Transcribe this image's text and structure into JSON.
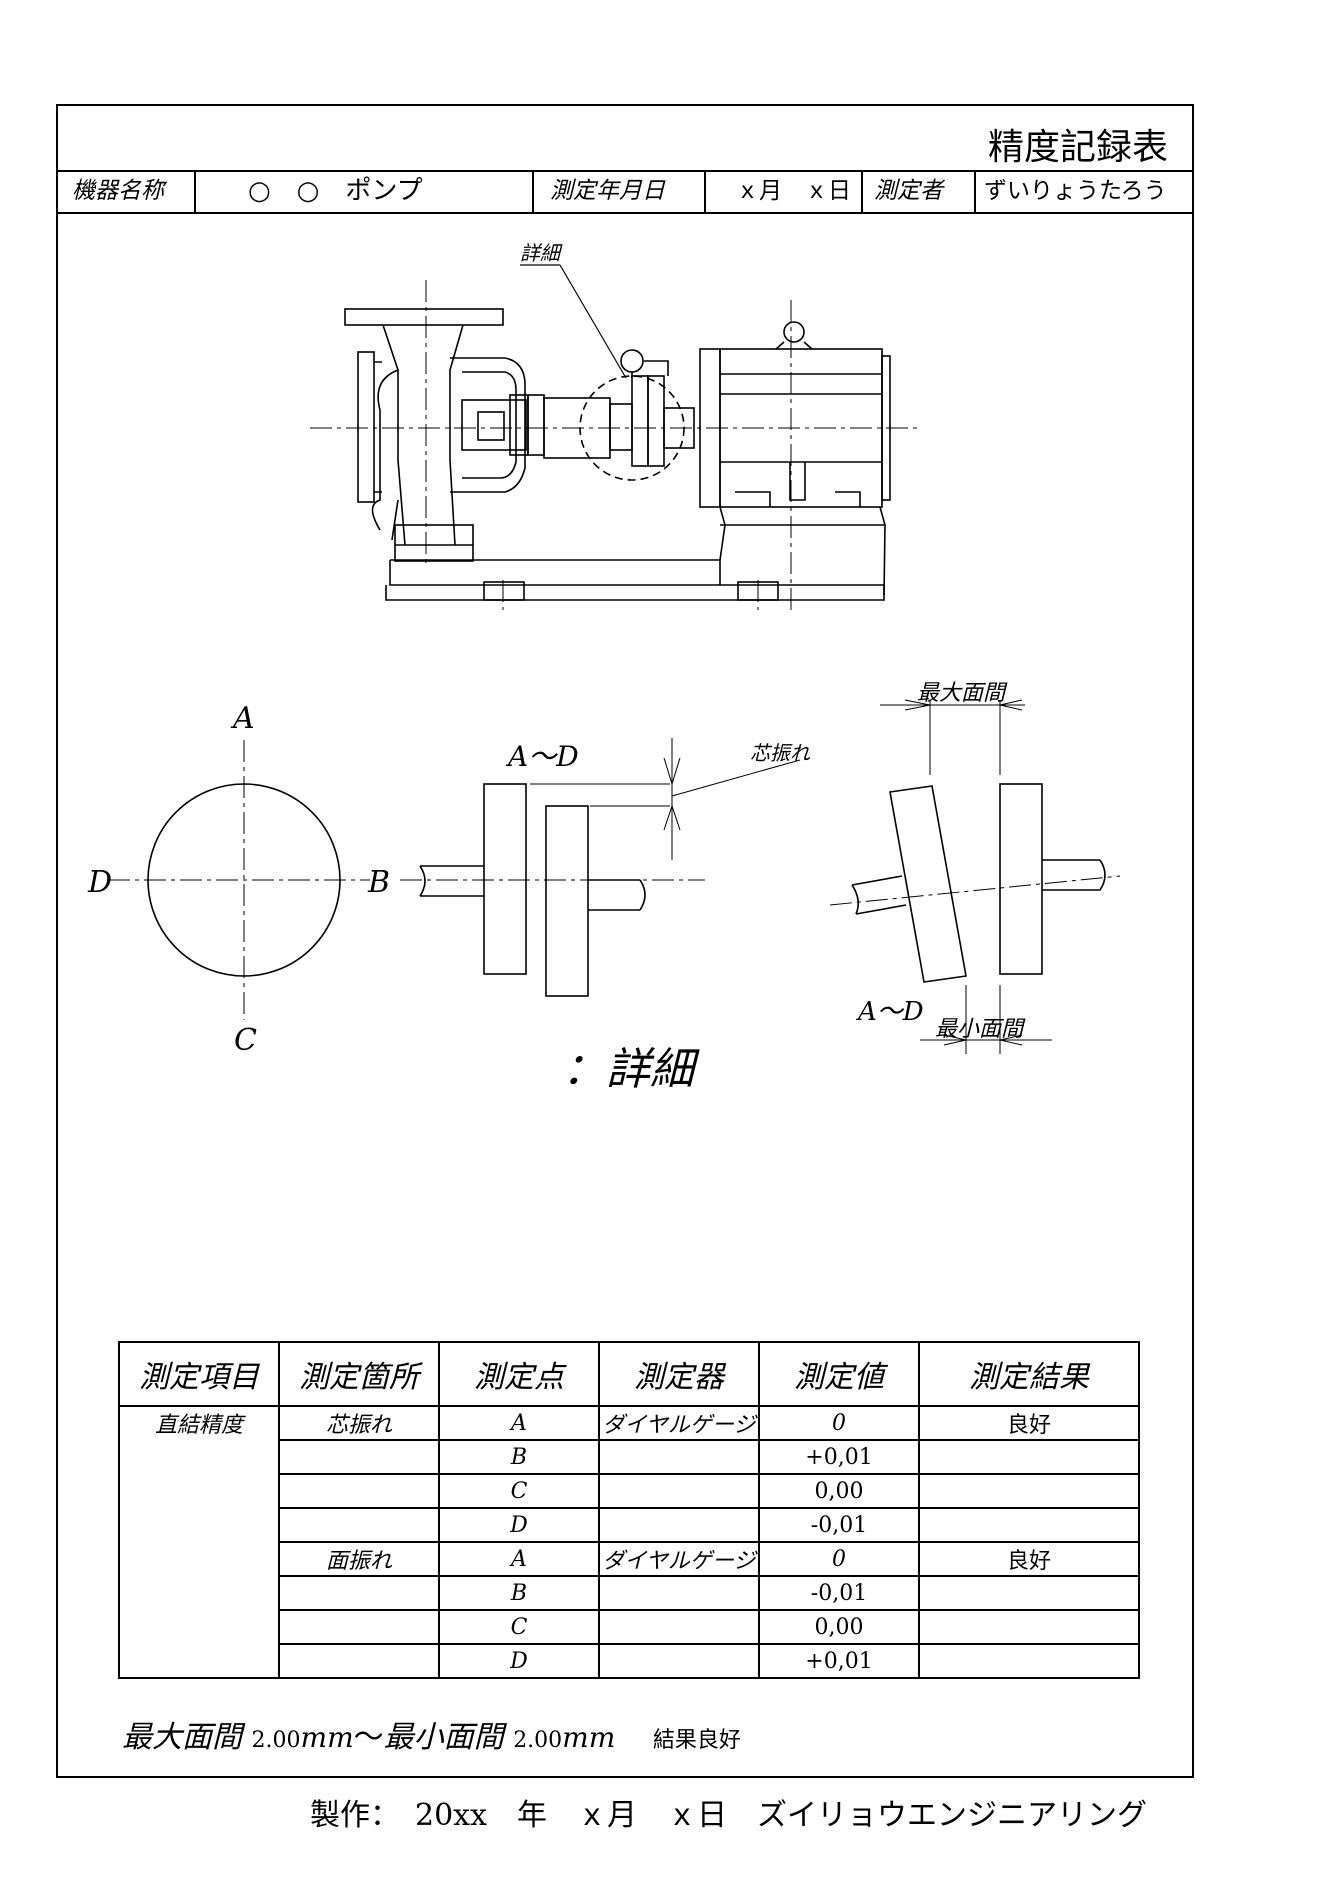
{
  "document": {
    "title": "精度記録表",
    "header": {
      "equipment_label": "機器名称",
      "equipment_value": "○　○　ポンプ",
      "date_label": "測定年月日",
      "date_value": "ｘ月　ｘ日",
      "measurer_label": "測定者",
      "measurer_value": "ずいりょうたろう"
    },
    "drawing_labels": {
      "detail_callout": "詳細",
      "point_a": "A",
      "point_b": "B",
      "point_c": "C",
      "point_d": "D",
      "a_to_d_1": "A～D",
      "core_runout": "芯振れ",
      "max_face_gap": "最大面間",
      "a_to_d_2": "A～D",
      "min_face_gap": "最小面間",
      "detail_caption": "：詳細"
    },
    "table": {
      "headers": [
        "測定項目",
        "測定箇所",
        "測定点",
        "測定器",
        "測定値",
        "測定結果"
      ],
      "rows": [
        {
          "item": "直結精度",
          "location": "芯振れ",
          "point": "A",
          "instrument": "ダイヤルゲージ",
          "value": "0",
          "result": "良好"
        },
        {
          "item": "",
          "location": "",
          "point": "B",
          "instrument": "",
          "value": "+0,01",
          "result": ""
        },
        {
          "item": "",
          "location": "",
          "point": "C",
          "instrument": "",
          "value": "0,00",
          "result": ""
        },
        {
          "item": "",
          "location": "",
          "point": "D",
          "instrument": "",
          "value": "-0,01",
          "result": ""
        },
        {
          "item": "",
          "location": "面振れ",
          "point": "A",
          "instrument": "ダイヤルゲージ",
          "value": "0",
          "result": "良好"
        },
        {
          "item": "",
          "location": "",
          "point": "B",
          "instrument": "",
          "value": "-0,01",
          "result": ""
        },
        {
          "item": "",
          "location": "",
          "point": "C",
          "instrument": "",
          "value": "0,00",
          "result": ""
        },
        {
          "item": "",
          "location": "",
          "point": "D",
          "instrument": "",
          "value": "+0,01",
          "result": ""
        }
      ]
    },
    "summary": {
      "max_label": "最大面間",
      "max_value": "2.00",
      "unit": "mm",
      "sep": "～",
      "min_label": "最小面間",
      "min_value": "2.00",
      "result": "結果良好"
    },
    "footer": "製作：　20xx　年　ｘ月　ｘ日　ズイリョウエンジニアリング"
  }
}
